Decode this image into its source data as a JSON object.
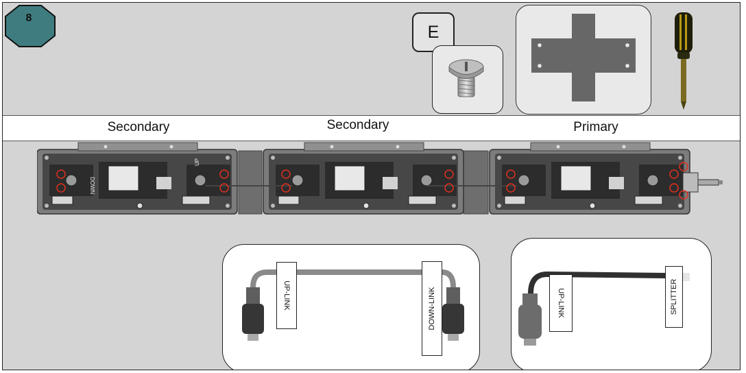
{
  "step": {
    "number": "8"
  },
  "band": {
    "labels": [
      "Secondary",
      "Secondary",
      "Primary"
    ]
  },
  "part": {
    "letter": "E"
  },
  "cable_uplink_downlink": {
    "label_up": "UP-LINK",
    "label_down": "DOWN-LINK"
  },
  "cable_uplink_splitter": {
    "label_up": "UP-LINK",
    "label_splitter": "SPLITTER"
  },
  "panel": {
    "down_label": "DOWN",
    "up_label": "UP"
  },
  "colors": {
    "step_badge": "#3f7c80",
    "highlight_circle": "#e03020",
    "background": "#d4d4d4"
  }
}
